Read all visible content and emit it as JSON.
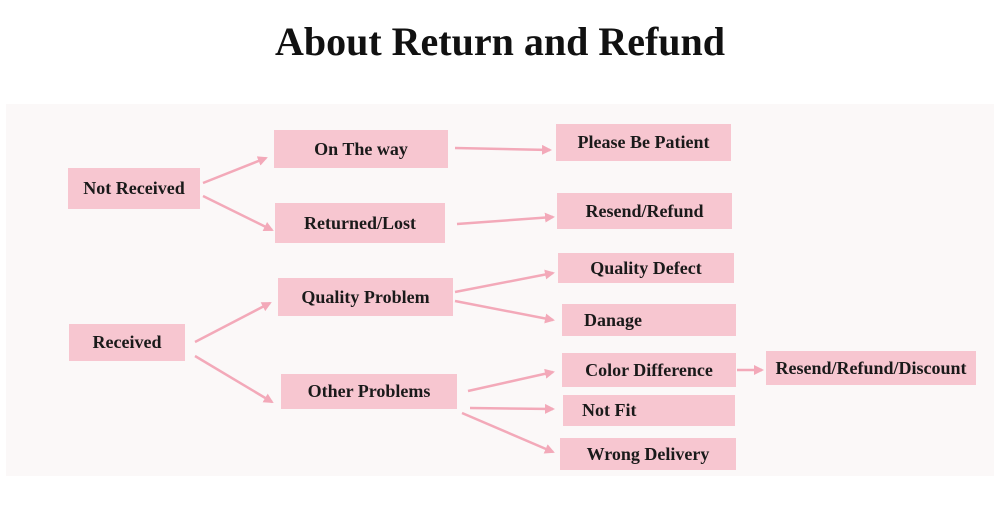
{
  "title": "About Return and Refund",
  "colors": {
    "box": "#f7c6d0",
    "arrow": "#f3a9b9",
    "panel": "#fbf8f8"
  },
  "nodes": {
    "not_received": "Not Received",
    "on_the_way": "On The way",
    "please_be_patient": "Please Be Patient",
    "returned_lost": "Returned/Lost",
    "resend_refund": "Resend/Refund",
    "received": "Received",
    "quality_problem": "Quality Problem",
    "quality_defect": "Quality Defect",
    "danage": "Danage",
    "other_problems": "Other Problems",
    "color_difference": "Color Difference",
    "resend_refund_discount": "Resend/Refund/Discount",
    "not_fit": "Not Fit",
    "wrong_delivery": "Wrong Delivery"
  }
}
